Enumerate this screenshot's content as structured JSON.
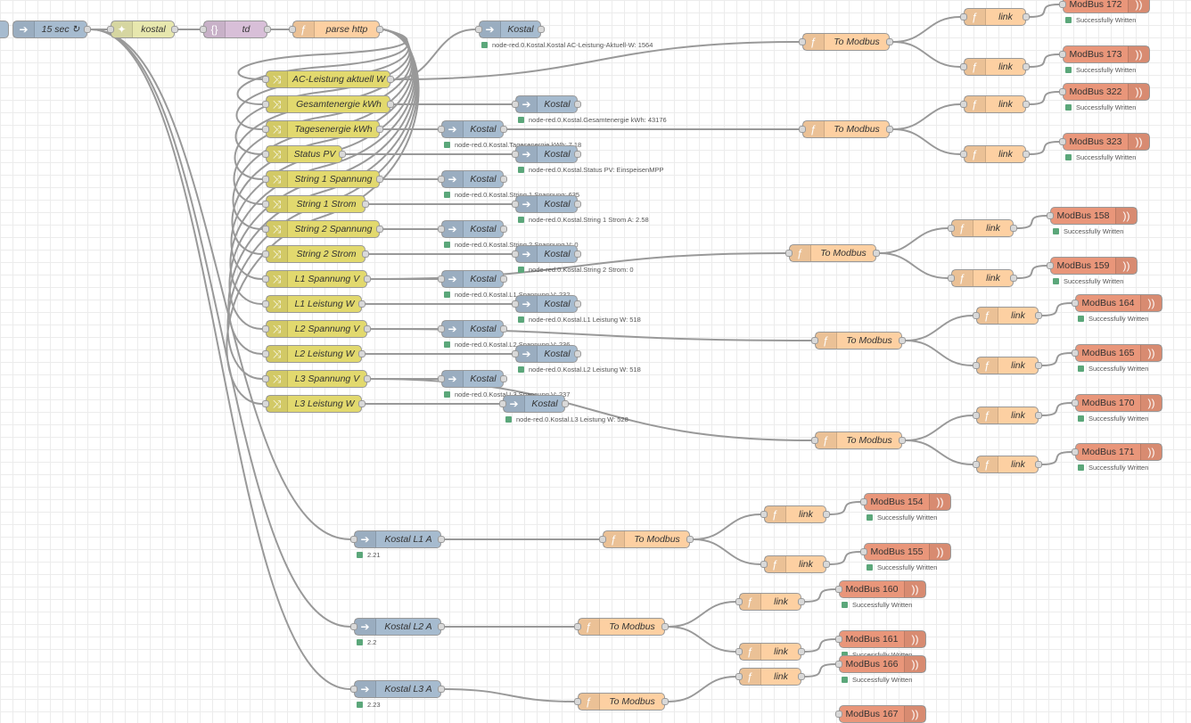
{
  "colors": {
    "inject": "#a6bbcf",
    "http": "#e7e7ae",
    "template": "#d8bfd8",
    "function": "#fdd0a2",
    "change": "#e2d96e",
    "ioout": "#a6bbcf",
    "modbus": "#e9967a",
    "status": "#5ba77a",
    "wire": "#999999"
  },
  "nodes": [
    {
      "id": "inject",
      "type": "inject",
      "label": "15 sec ↻",
      "icon": "arrow-right-icon"
    },
    {
      "id": "http",
      "type": "http",
      "label": "kostal",
      "icon": "globe-icon"
    },
    {
      "id": "tpl",
      "type": "template",
      "label": "td",
      "icon": "code-brackets-icon"
    },
    {
      "id": "parse",
      "type": "function",
      "label": "parse http",
      "icon": "function-icon"
    },
    {
      "id": "k_ac",
      "type": "ioout",
      "label": "Kostal",
      "icon": "arrow-right-icon",
      "status": "node-red.0.Kostal.Kostal AC-Leistung-Aktuell-W: 1564"
    },
    {
      "id": "ch1",
      "type": "change",
      "label": "AC-Leistung aktuell W",
      "icon": "shuffle-icon"
    },
    {
      "id": "ch2",
      "type": "change",
      "label": "Gesamtenergie kWh",
      "icon": "shuffle-icon"
    },
    {
      "id": "ch3",
      "type": "change",
      "label": "Tagesenergie kWh",
      "icon": "shuffle-icon"
    },
    {
      "id": "ch4",
      "type": "change",
      "label": "Status PV",
      "icon": "shuffle-icon"
    },
    {
      "id": "ch5",
      "type": "change",
      "label": "String 1 Spannung",
      "icon": "shuffle-icon"
    },
    {
      "id": "ch6",
      "type": "change",
      "label": "String 1 Strom",
      "icon": "shuffle-icon"
    },
    {
      "id": "ch7",
      "type": "change",
      "label": "String 2 Spannung",
      "icon": "shuffle-icon"
    },
    {
      "id": "ch8",
      "type": "change",
      "label": "String 2 Strom",
      "icon": "shuffle-icon"
    },
    {
      "id": "ch9",
      "type": "change",
      "label": "L1 Spannung V",
      "icon": "shuffle-icon"
    },
    {
      "id": "ch10",
      "type": "change",
      "label": "L1 Leistung W",
      "icon": "shuffle-icon"
    },
    {
      "id": "ch11",
      "type": "change",
      "label": "L2 Spannung V",
      "icon": "shuffle-icon"
    },
    {
      "id": "ch12",
      "type": "change",
      "label": "L2 Leistung W",
      "icon": "shuffle-icon"
    },
    {
      "id": "ch13",
      "type": "change",
      "label": "L3 Spannung V",
      "icon": "shuffle-icon"
    },
    {
      "id": "ch14",
      "type": "change",
      "label": "L3 Leistung W",
      "icon": "shuffle-icon"
    },
    {
      "id": "k_ges",
      "type": "ioout",
      "label": "Kostal",
      "icon": "arrow-right-icon",
      "status": "node-red.0.Kostal.Gesamtenergie kWh: 43176"
    },
    {
      "id": "k_tag",
      "type": "ioout",
      "label": "Kostal",
      "icon": "arrow-right-icon",
      "status": "node-red.0.Kostal.Tagesenergie kWh: 7.18"
    },
    {
      "id": "k_stat",
      "type": "ioout",
      "label": "Kostal",
      "icon": "arrow-right-icon",
      "status": "node-red.0.Kostal.Status PV: EinspeisenMPP"
    },
    {
      "id": "k_s1v",
      "type": "ioout",
      "label": "Kostal",
      "icon": "arrow-right-icon",
      "status": "node-red.0.Kostal.String 1 Spannung: 635"
    },
    {
      "id": "k_s1a",
      "type": "ioout",
      "label": "Kostal",
      "icon": "arrow-right-icon",
      "status": "node-red.0.Kostal.String 1 Strom A: 2.58"
    },
    {
      "id": "k_s2v",
      "type": "ioout",
      "label": "Kostal",
      "icon": "arrow-right-icon",
      "status": "node-red.0.Kostal.String 2 Spannung V: 0"
    },
    {
      "id": "k_s2a",
      "type": "ioout",
      "label": "Kostal",
      "icon": "arrow-right-icon",
      "status": "node-red.0.Kostal.String 2 Strom: 0"
    },
    {
      "id": "k_l1v",
      "type": "ioout",
      "label": "Kostal",
      "icon": "arrow-right-icon",
      "status": "node-red.0.Kostal.L1 Spannung V: 232"
    },
    {
      "id": "k_l1w",
      "type": "ioout",
      "label": "Kostal",
      "icon": "arrow-right-icon",
      "status": "node-red.0.Kostal.L1 Leistung W: 518"
    },
    {
      "id": "k_l2v",
      "type": "ioout",
      "label": "Kostal",
      "icon": "arrow-right-icon",
      "status": "node-red.0.Kostal.L2 Spannung V: 236"
    },
    {
      "id": "k_l2w",
      "type": "ioout",
      "label": "Kostal",
      "icon": "arrow-right-icon",
      "status": "node-red.0.Kostal.L2 Leistung W: 518"
    },
    {
      "id": "k_l3v",
      "type": "ioout",
      "label": "Kostal",
      "icon": "arrow-right-icon",
      "status": "node-red.0.Kostal.L3 Spannung V: 237"
    },
    {
      "id": "k_l3w",
      "type": "ioout",
      "label": "Kostal",
      "icon": "arrow-right-icon",
      "status": "node-red.0.Kostal.L3 Leistung W: 528"
    },
    {
      "id": "tm1",
      "type": "function",
      "label": "To Modbus",
      "icon": "function-icon"
    },
    {
      "id": "tm2",
      "type": "function",
      "label": "To Modbus",
      "icon": "function-icon"
    },
    {
      "id": "tm3",
      "type": "function",
      "label": "To Modbus",
      "icon": "function-icon"
    },
    {
      "id": "tm4",
      "type": "function",
      "label": "To Modbus",
      "icon": "function-icon"
    },
    {
      "id": "tm5",
      "type": "function",
      "label": "To Modbus",
      "icon": "function-icon"
    },
    {
      "id": "ln1",
      "type": "function",
      "label": "link",
      "icon": "function-icon"
    },
    {
      "id": "ln2",
      "type": "function",
      "label": "link",
      "icon": "function-icon"
    },
    {
      "id": "ln3",
      "type": "function",
      "label": "link",
      "icon": "function-icon"
    },
    {
      "id": "ln4",
      "type": "function",
      "label": "link",
      "icon": "function-icon"
    },
    {
      "id": "ln5",
      "type": "function",
      "label": "link",
      "icon": "function-icon"
    },
    {
      "id": "ln6",
      "type": "function",
      "label": "link",
      "icon": "function-icon"
    },
    {
      "id": "ln7",
      "type": "function",
      "label": "link",
      "icon": "function-icon"
    },
    {
      "id": "ln8",
      "type": "function",
      "label": "link",
      "icon": "function-icon"
    },
    {
      "id": "ln9",
      "type": "function",
      "label": "link",
      "icon": "function-icon"
    },
    {
      "id": "ln10",
      "type": "function",
      "label": "link",
      "icon": "function-icon"
    },
    {
      "id": "mb172",
      "type": "modbus",
      "label": "ModBus 172",
      "icon": "signal-icon",
      "status": "Successfully Written"
    },
    {
      "id": "mb173",
      "type": "modbus",
      "label": "ModBus 173",
      "icon": "signal-icon",
      "status": "Successfully Written"
    },
    {
      "id": "mb322",
      "type": "modbus",
      "label": "ModBus 322",
      "icon": "signal-icon",
      "status": "Successfully Written"
    },
    {
      "id": "mb323",
      "type": "modbus",
      "label": "ModBus 323",
      "icon": "signal-icon",
      "status": "Successfully Written"
    },
    {
      "id": "mb158",
      "type": "modbus",
      "label": "ModBus 158",
      "icon": "signal-icon",
      "status": "Successfully Written"
    },
    {
      "id": "mb159",
      "type": "modbus",
      "label": "ModBus 159",
      "icon": "signal-icon",
      "status": "Successfully Written"
    },
    {
      "id": "mb164",
      "type": "modbus",
      "label": "ModBus 164",
      "icon": "signal-icon",
      "status": "Successfully Written"
    },
    {
      "id": "mb165",
      "type": "modbus",
      "label": "ModBus 165",
      "icon": "signal-icon",
      "status": "Successfully Written"
    },
    {
      "id": "mb170",
      "type": "modbus",
      "label": "ModBus 170",
      "icon": "signal-icon",
      "status": "Successfully Written"
    },
    {
      "id": "mb171",
      "type": "modbus",
      "label": "ModBus 171",
      "icon": "signal-icon",
      "status": "Successfully Written"
    },
    {
      "id": "ka1",
      "type": "ioout",
      "label": "Kostal L1 A",
      "icon": "arrow-right-icon",
      "status": "2.21"
    },
    {
      "id": "ka2",
      "type": "ioout",
      "label": "Kostal L2 A",
      "icon": "arrow-right-icon",
      "status": "2.2"
    },
    {
      "id": "ka3",
      "type": "ioout",
      "label": "Kostal L3 A",
      "icon": "arrow-right-icon",
      "status": "2.23"
    },
    {
      "id": "tm6",
      "type": "function",
      "label": "To Modbus",
      "icon": "function-icon"
    },
    {
      "id": "tm7",
      "type": "function",
      "label": "To Modbus",
      "icon": "function-icon"
    },
    {
      "id": "tm8",
      "type": "function",
      "label": "To Modbus",
      "icon": "function-icon"
    },
    {
      "id": "ln11",
      "type": "function",
      "label": "link",
      "icon": "function-icon"
    },
    {
      "id": "ln12",
      "type": "function",
      "label": "link",
      "icon": "function-icon"
    },
    {
      "id": "ln13",
      "type": "function",
      "label": "link",
      "icon": "function-icon"
    },
    {
      "id": "ln14",
      "type": "function",
      "label": "link",
      "icon": "function-icon"
    },
    {
      "id": "ln15",
      "type": "function",
      "label": "link",
      "icon": "function-icon"
    },
    {
      "id": "mb154",
      "type": "modbus",
      "label": "ModBus 154",
      "icon": "signal-icon",
      "status": "Successfully Written"
    },
    {
      "id": "mb155",
      "type": "modbus",
      "label": "ModBus 155",
      "icon": "signal-icon",
      "status": "Successfully Written"
    },
    {
      "id": "mb160",
      "type": "modbus",
      "label": "ModBus 160",
      "icon": "signal-icon",
      "status": "Successfully Written"
    },
    {
      "id": "mb161",
      "type": "modbus",
      "label": "ModBus 161",
      "icon": "signal-icon",
      "status": "Successfully Written"
    },
    {
      "id": "mb166",
      "type": "modbus",
      "label": "ModBus 166",
      "icon": "signal-icon",
      "status": "Successfully Written"
    },
    {
      "id": "mb167",
      "type": "modbus",
      "label": "ModBus 167",
      "icon": "signal-icon"
    }
  ],
  "wires": [
    [
      "inject",
      "http"
    ],
    [
      "http",
      "tpl"
    ],
    [
      "tpl",
      "parse"
    ],
    [
      "parse",
      "ch1"
    ],
    [
      "parse",
      "ch2"
    ],
    [
      "parse",
      "ch3"
    ],
    [
      "parse",
      "ch4"
    ],
    [
      "parse",
      "ch5"
    ],
    [
      "parse",
      "ch6"
    ],
    [
      "parse",
      "ch7"
    ],
    [
      "parse",
      "ch8"
    ],
    [
      "parse",
      "ch9"
    ],
    [
      "parse",
      "ch10"
    ],
    [
      "parse",
      "ch11"
    ],
    [
      "parse",
      "ch12"
    ],
    [
      "parse",
      "ch13"
    ],
    [
      "parse",
      "ch14"
    ],
    [
      "ch1",
      "k_ac"
    ],
    [
      "ch1",
      "tm1"
    ],
    [
      "ch2",
      "k_ges"
    ],
    [
      "ch3",
      "k_tag"
    ],
    [
      "ch3",
      "tm2"
    ],
    [
      "ch4",
      "k_stat"
    ],
    [
      "ch5",
      "k_s1v"
    ],
    [
      "ch6",
      "k_s1a"
    ],
    [
      "ch7",
      "k_s2v"
    ],
    [
      "ch8",
      "k_s2a"
    ],
    [
      "ch9",
      "k_l1v"
    ],
    [
      "ch9",
      "tm3"
    ],
    [
      "ch10",
      "k_l1w"
    ],
    [
      "ch11",
      "k_l2v"
    ],
    [
      "ch11",
      "tm4"
    ],
    [
      "ch12",
      "k_l2w"
    ],
    [
      "ch13",
      "k_l3v"
    ],
    [
      "ch13",
      "tm5"
    ],
    [
      "ch14",
      "k_l3w"
    ],
    [
      "tm1",
      "ln1"
    ],
    [
      "tm1",
      "ln2"
    ],
    [
      "ln1",
      "mb172"
    ],
    [
      "ln2",
      "mb173"
    ],
    [
      "tm2",
      "ln3"
    ],
    [
      "tm2",
      "ln4"
    ],
    [
      "ln3",
      "mb322"
    ],
    [
      "ln4",
      "mb323"
    ],
    [
      "tm3",
      "ln5"
    ],
    [
      "tm3",
      "ln6"
    ],
    [
      "ln5",
      "mb158"
    ],
    [
      "ln6",
      "mb159"
    ],
    [
      "tm4",
      "ln7"
    ],
    [
      "tm4",
      "ln8"
    ],
    [
      "ln7",
      "mb164"
    ],
    [
      "ln8",
      "mb165"
    ],
    [
      "tm5",
      "ln9"
    ],
    [
      "tm5",
      "ln10"
    ],
    [
      "ln9",
      "mb170"
    ],
    [
      "ln10",
      "mb171"
    ],
    [
      "inject",
      "ka1"
    ],
    [
      "inject",
      "ka2"
    ],
    [
      "inject",
      "ka3"
    ],
    [
      "ka1",
      "tm6"
    ],
    [
      "ka2",
      "tm7"
    ],
    [
      "ka3",
      "tm8"
    ],
    [
      "tm6",
      "ln11"
    ],
    [
      "tm6",
      "ln12"
    ],
    [
      "ln11",
      "mb154"
    ],
    [
      "ln12",
      "mb155"
    ],
    [
      "tm7",
      "ln13"
    ],
    [
      "tm7",
      "ln14"
    ],
    [
      "ln13",
      "mb160"
    ],
    [
      "ln14",
      "mb161"
    ],
    [
      "tm8",
      "ln15"
    ],
    [
      "ln15",
      "mb166"
    ]
  ]
}
